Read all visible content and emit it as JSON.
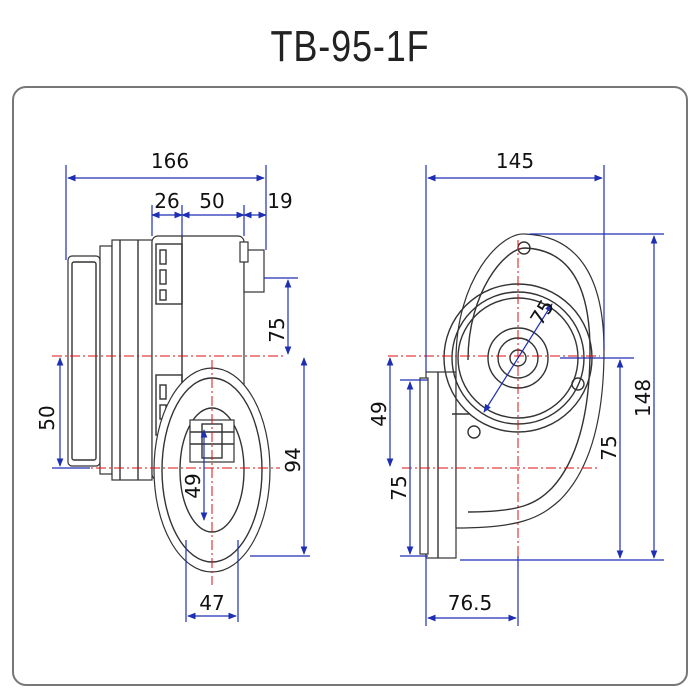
{
  "title": "TB-95-1F",
  "side_view": {
    "dims": {
      "overall_width": "166",
      "d26": "26",
      "d50_top": "50",
      "d19": "19",
      "d75": "75",
      "d94": "94",
      "d50_left": "50",
      "d49": "49",
      "d47": "47"
    }
  },
  "front_view": {
    "dims": {
      "width": "145",
      "height": "148",
      "d75_right": "75",
      "d49": "49",
      "d75_left": "75",
      "d76_5": "76.5",
      "diameter": "75"
    }
  },
  "colors": {
    "dimension_line": "#1f2fb3",
    "center_line": "#d11111",
    "outline": "#333333"
  }
}
